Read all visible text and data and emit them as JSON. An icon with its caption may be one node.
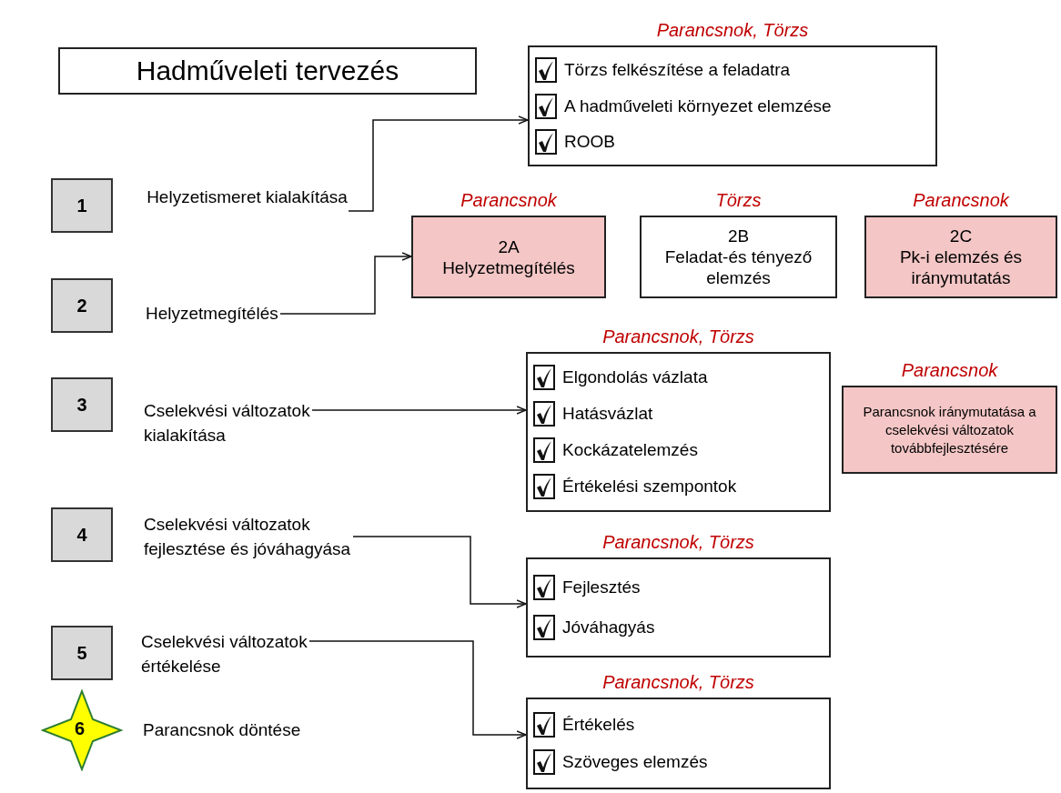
{
  "diagram": {
    "nodes": [
      {
        "text": [
          "Hadműveleti tervezés"
        ]
      },
      {
        "text": [
          "1"
        ]
      },
      {
        "text": [
          "Helyzetismeret kialakítása"
        ]
      },
      {
        "text": [
          "2"
        ]
      },
      {
        "text": [
          "Helyzetmegítélés"
        ]
      },
      {
        "text": [
          "3"
        ]
      },
      {
        "text": [
          "Cselekvési változatok kialakítása"
        ]
      },
      {
        "text": [
          "4"
        ]
      },
      {
        "text": [
          "Cselekvési változatok fejlesztése és jóváhagyása"
        ]
      },
      {
        "text": [
          "5"
        ]
      },
      {
        "text": [
          "Cselekvési változatok értékelése"
        ]
      },
      {
        "text": [
          "6"
        ],
        "beside": [
          "Parancsnok döntése"
        ]
      },
      {
        "text": [
          "Parancsnok, Törzs",
          "Törzs felkészítése a feladatra",
          "A hadműveleti környezet elemzése",
          "ROOB"
        ]
      },
      {
        "text": [
          "Parancsnok",
          "2A",
          "Helyzetmegítélés"
        ]
      },
      {
        "text": [
          "Törzs",
          "2B",
          "Feladat-és tényező elemzés"
        ]
      },
      {
        "text": [
          "Parancsnok",
          "2C",
          "Pk-i elemzés és iránymutatás"
        ]
      },
      {
        "text": [
          "Parancsnok, Törzs",
          "Elgondolás vázlata",
          "Hatásvázlat",
          "Kockázatelemzés",
          "Értékelési szempontok"
        ]
      },
      {
        "text": [
          "Parancsnok",
          "Parancsnok iránymutatása a cselekvési változatok továbbfejlesztésére"
        ]
      },
      {
        "text": [
          "Parancsnok, Törzs",
          "Fejlesztés",
          "Jóváhagyás"
        ]
      },
      {
        "text": [
          "Parancsnok, Törzs",
          "Értékelés",
          "Szöveges elemzés"
        ]
      }
    ],
    "edges": [
      {
        "from": 2,
        "to": 12,
        "arrow": "to"
      },
      {
        "from": 4,
        "to": 13,
        "arrow": "to"
      },
      {
        "from": 6,
        "to": 16,
        "arrow": "to"
      },
      {
        "from": 8,
        "to": 18,
        "arrow": "to"
      },
      {
        "from": 10,
        "to": 19,
        "arrow": "to"
      }
    ]
  }
}
